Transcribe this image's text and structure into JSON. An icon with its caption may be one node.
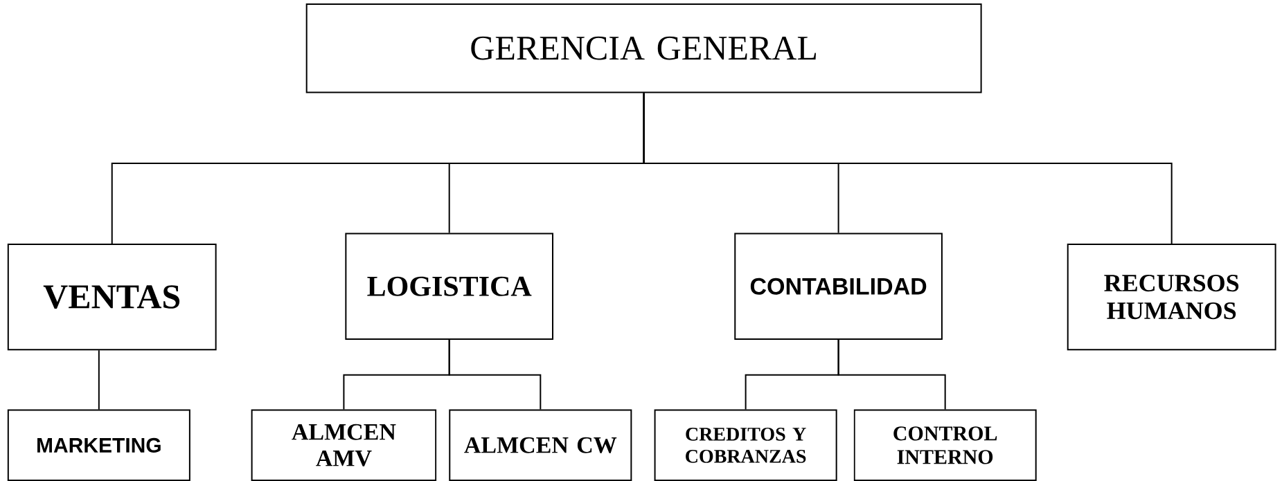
{
  "diagram": {
    "nodes": [
      {
        "text": [
          "GERENCIA GENERAL"
        ]
      },
      {
        "text": [
          "VENTAS"
        ]
      },
      {
        "text": [
          "LOGISTICA"
        ]
      },
      {
        "text": [
          "CONTABILIDAD"
        ]
      },
      {
        "text": [
          "RECURSOS HUMANOS"
        ]
      },
      {
        "text": [
          "MARKETING"
        ]
      },
      {
        "text": [
          "ALMCEN AMV"
        ]
      },
      {
        "text": [
          "ALMCEN CW"
        ]
      },
      {
        "text": [
          "CREDITOS Y COBRANZAS"
        ]
      },
      {
        "text": [
          "CONTROL INTERNO"
        ]
      }
    ],
    "edges": [
      {
        "from": 0,
        "to": 1,
        "arrow": "none"
      },
      {
        "from": 0,
        "to": 2,
        "arrow": "none"
      },
      {
        "from": 0,
        "to": 3,
        "arrow": "none"
      },
      {
        "from": 0,
        "to": 4,
        "arrow": "none"
      },
      {
        "from": 1,
        "to": 5,
        "arrow": "none"
      },
      {
        "from": 2,
        "to": 6,
        "arrow": "none"
      },
      {
        "from": 2,
        "to": 7,
        "arrow": "none"
      },
      {
        "from": 3,
        "to": 8,
        "arrow": "none"
      },
      {
        "from": 3,
        "to": 9,
        "arrow": "none"
      }
    ]
  }
}
